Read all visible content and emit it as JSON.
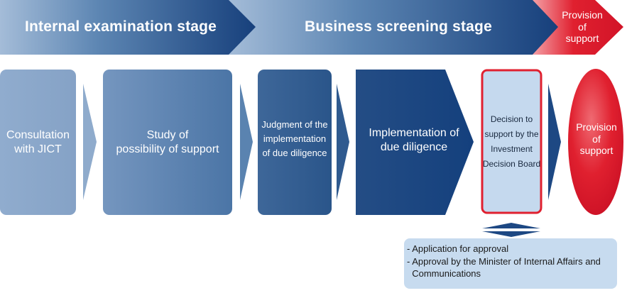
{
  "stages": {
    "internal": "Internal examination stage",
    "screening": "Business screening stage",
    "provision": [
      "Provision",
      "of",
      "support"
    ]
  },
  "steps": {
    "consultation": [
      "Consultation",
      "with JICT"
    ],
    "study": [
      "Study of",
      "possibility of support"
    ],
    "judgment": [
      "Judgment of the",
      "implementation",
      "of due diligence"
    ],
    "implementation": [
      "Implementation of",
      "due diligence"
    ],
    "decision": [
      "Decision to",
      "support by the",
      "Investment",
      "Decision Board"
    ],
    "provision": [
      "Provision",
      "of",
      "support"
    ]
  },
  "notes": [
    "- Application for approval",
    "- Approval by the Minister of Internal Affairs and",
    "  Communications"
  ],
  "colors": {
    "light_blue": "#8fabcc",
    "mid_blue": "#5b84b1",
    "dark_blue": "#15417d",
    "red": "#e0202f",
    "note_fill": "#c7dbef",
    "board_fill": "#c5d9ee"
  }
}
